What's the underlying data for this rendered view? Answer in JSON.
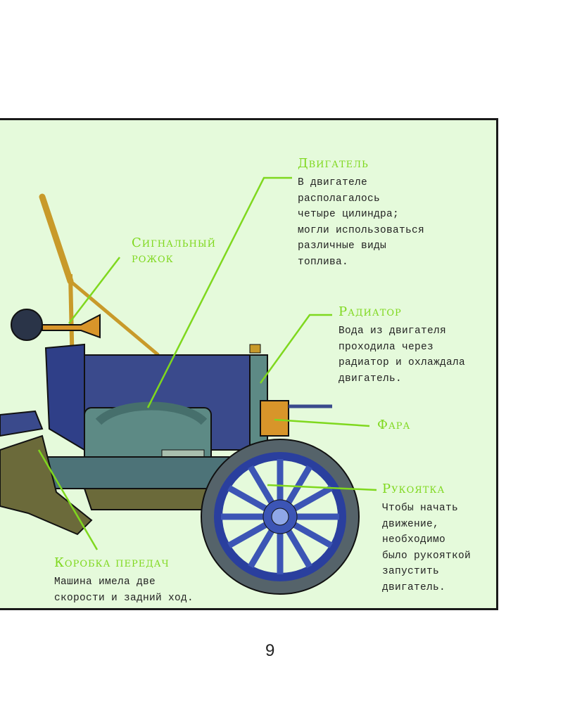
{
  "callouts": {
    "engine": {
      "title": "Двигатель",
      "text": "В двигателе\nрасполагалось\nчетыре цилиндра;\nмогли использоваться\nразличные виды\nтоплива."
    },
    "horn": {
      "title": "Сигнальный\nрожок"
    },
    "radiator": {
      "title": "Радиатор",
      "text": "Вода из двигателя\nпроходила через\nрадиатор и охлаждала\nдвигатель."
    },
    "headlight": {
      "title": "Фара"
    },
    "crank": {
      "title": "Рукоятка",
      "text": "Чтобы начать\nдвижение,\nнеобходимо\nбыло рукояткой\nзапустить\nдвигатель."
    },
    "gearbox": {
      "title": "Коробка передач",
      "text": "Машина имела две\nскорости и задний ход."
    }
  },
  "page_number": "9",
  "colors": {
    "accent": "#7fd81e",
    "panel": "#e5fadb",
    "body_blue": "#3a4a8c",
    "wheel_blue": "#3c55b5"
  }
}
